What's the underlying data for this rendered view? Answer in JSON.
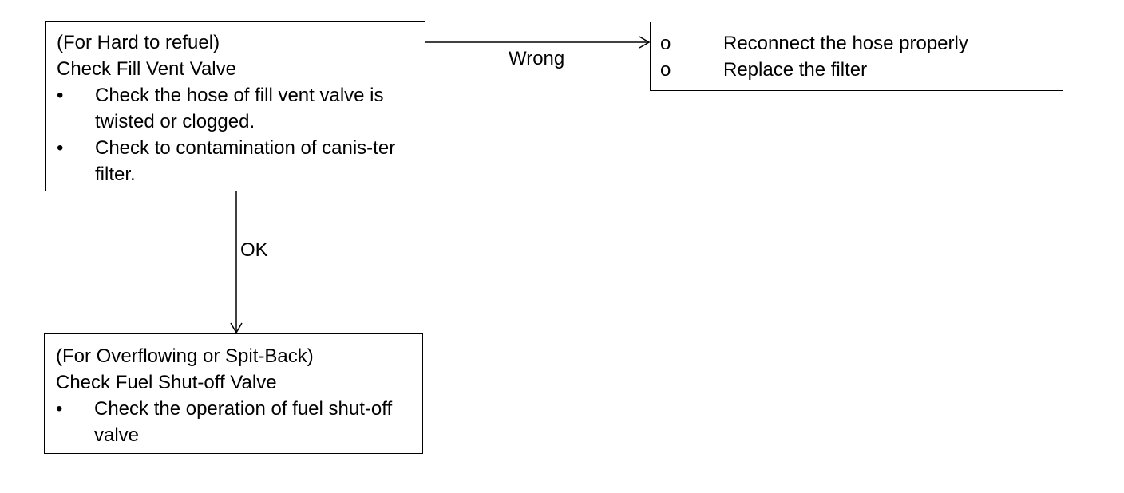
{
  "diagram": {
    "box_hard_to_refuel": {
      "condition": "(For Hard to refuel)",
      "title": "Check Fill Vent Valve",
      "bullets": [
        {
          "symbol": "•",
          "text": "Check the hose of fill vent valve is twisted or clogged."
        },
        {
          "symbol": "•",
          "text": "Check to contamination of canis-ter filter."
        }
      ]
    },
    "box_remedy": {
      "items": [
        {
          "marker": "o",
          "text": "Reconnect the hose properly"
        },
        {
          "marker": "o",
          "text": "Replace the filter"
        }
      ]
    },
    "box_overflowing": {
      "condition": "(For Overflowing or Spit-Back)",
      "title": "Check Fuel Shut-off Valve",
      "bullets": [
        {
          "symbol": "•",
          "text": "Check the operation of fuel shut-off valve"
        }
      ]
    },
    "edges": {
      "wrong_label": "Wrong",
      "ok_label": "OK"
    }
  }
}
